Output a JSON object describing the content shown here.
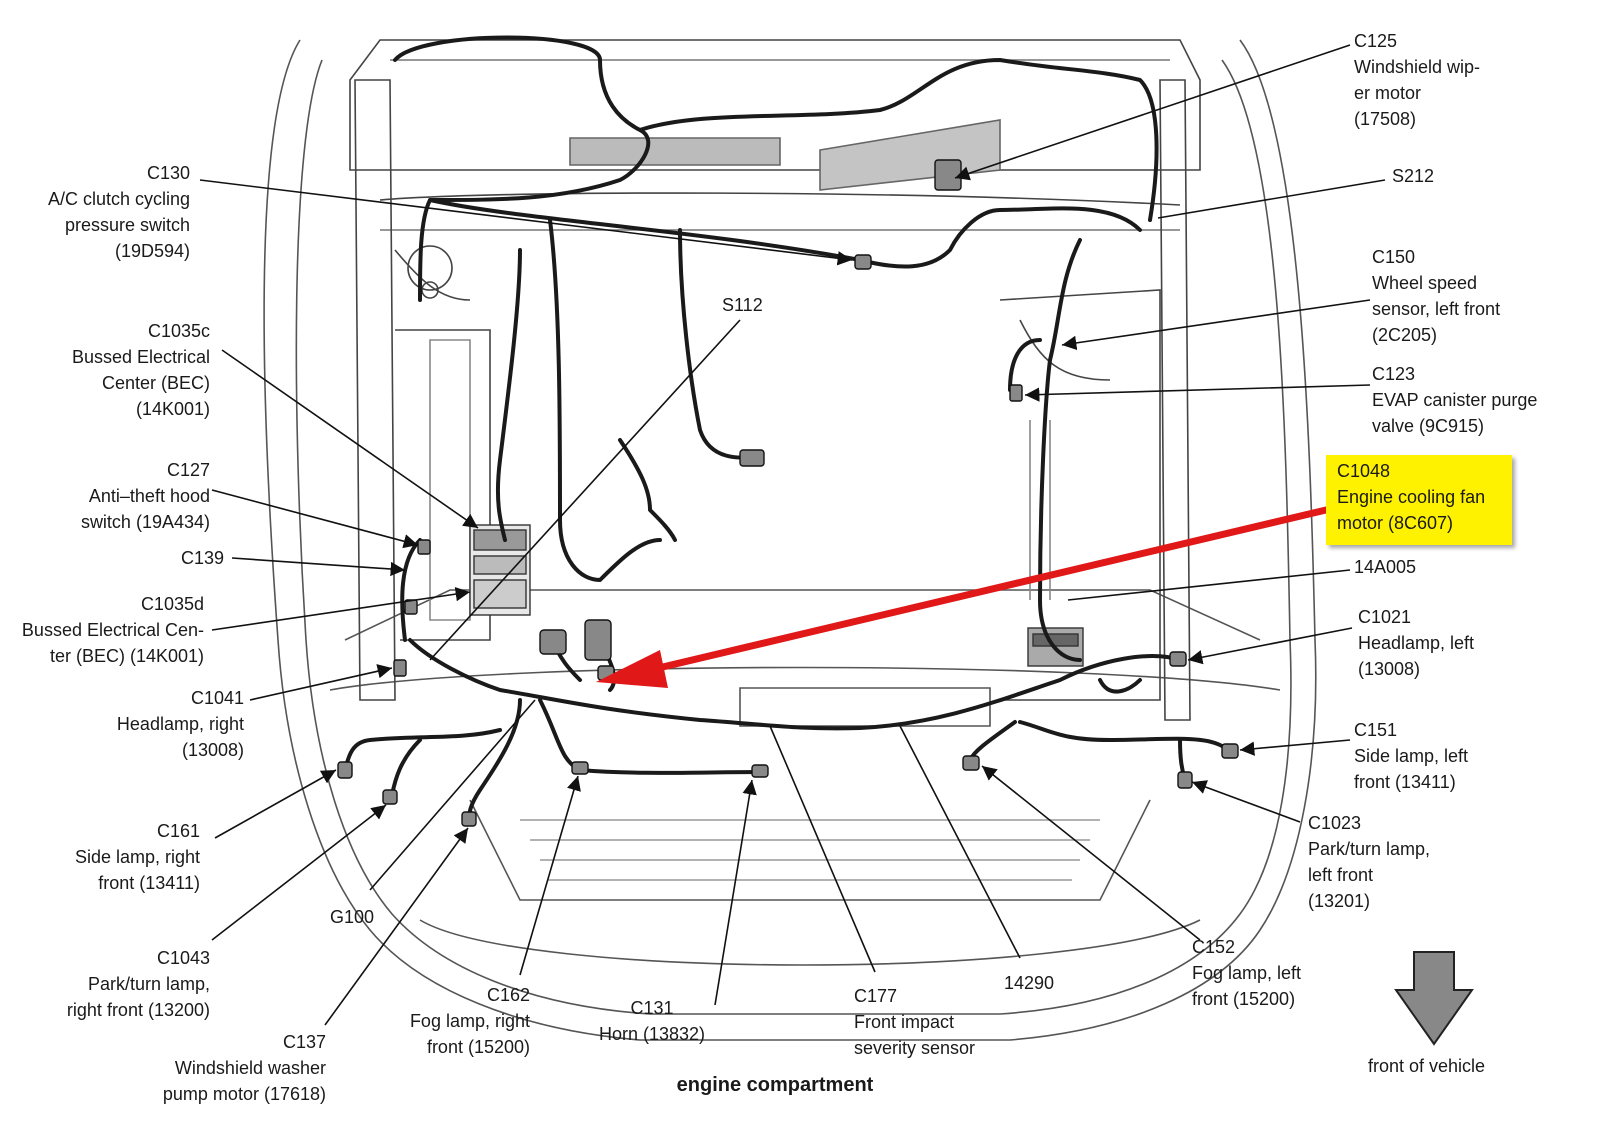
{
  "caption": "engine compartment",
  "front_label": "front of vehicle",
  "highlight_color": "#fff200",
  "arrow_color": "#e01818",
  "labels": {
    "c125": [
      "C125",
      "Windshield wip-",
      "er motor",
      "(17508)"
    ],
    "s212": [
      "S212"
    ],
    "c150": [
      "C150",
      "Wheel speed",
      "sensor, left front",
      "(2C205)"
    ],
    "c123": [
      "C123",
      "EVAP canister purge",
      "valve (9C915)"
    ],
    "c1048": [
      "C1048",
      "Engine cooling fan",
      "motor (8C607)"
    ],
    "a14a005": [
      "14A005"
    ],
    "c1021": [
      "C1021",
      "Headlamp, left",
      "(13008)"
    ],
    "c151": [
      "C151",
      "Side lamp, left",
      "front (13411)"
    ],
    "c1023": [
      "C1023",
      "Park/turn lamp,",
      "left front",
      "(13201)"
    ],
    "c152": [
      "C152",
      "Fog lamp, left",
      "front (15200)"
    ],
    "a14290": [
      "14290"
    ],
    "c177": [
      "C177",
      "Front impact",
      "severity sensor"
    ],
    "c131": [
      "C131",
      "Horn (13832)"
    ],
    "c162": [
      "C162",
      "Fog lamp, right",
      "front (15200)"
    ],
    "c137": [
      "C137",
      "Windshield washer",
      "pump motor (17618)"
    ],
    "c1043": [
      "C1043",
      "Park/turn lamp,",
      "right front (13200)"
    ],
    "g100": [
      "G100"
    ],
    "c161": [
      "C161",
      "Side lamp, right",
      "front (13411)"
    ],
    "c1041": [
      "C1041",
      "Headlamp, right",
      "(13008)"
    ],
    "c1035d": [
      "C1035d",
      "Bussed Electrical Cen-",
      "ter (BEC) (14K001)"
    ],
    "c139": [
      "C139"
    ],
    "c127": [
      "C127",
      "Anti–theft hood",
      "switch (19A434)"
    ],
    "c1035c": [
      "C1035c",
      "Bussed Electrical",
      "Center (BEC)",
      "(14K001)"
    ],
    "c130": [
      "C130",
      "A/C clutch cycling",
      "pressure switch",
      "(19D594)"
    ],
    "s112": [
      "S112"
    ]
  }
}
